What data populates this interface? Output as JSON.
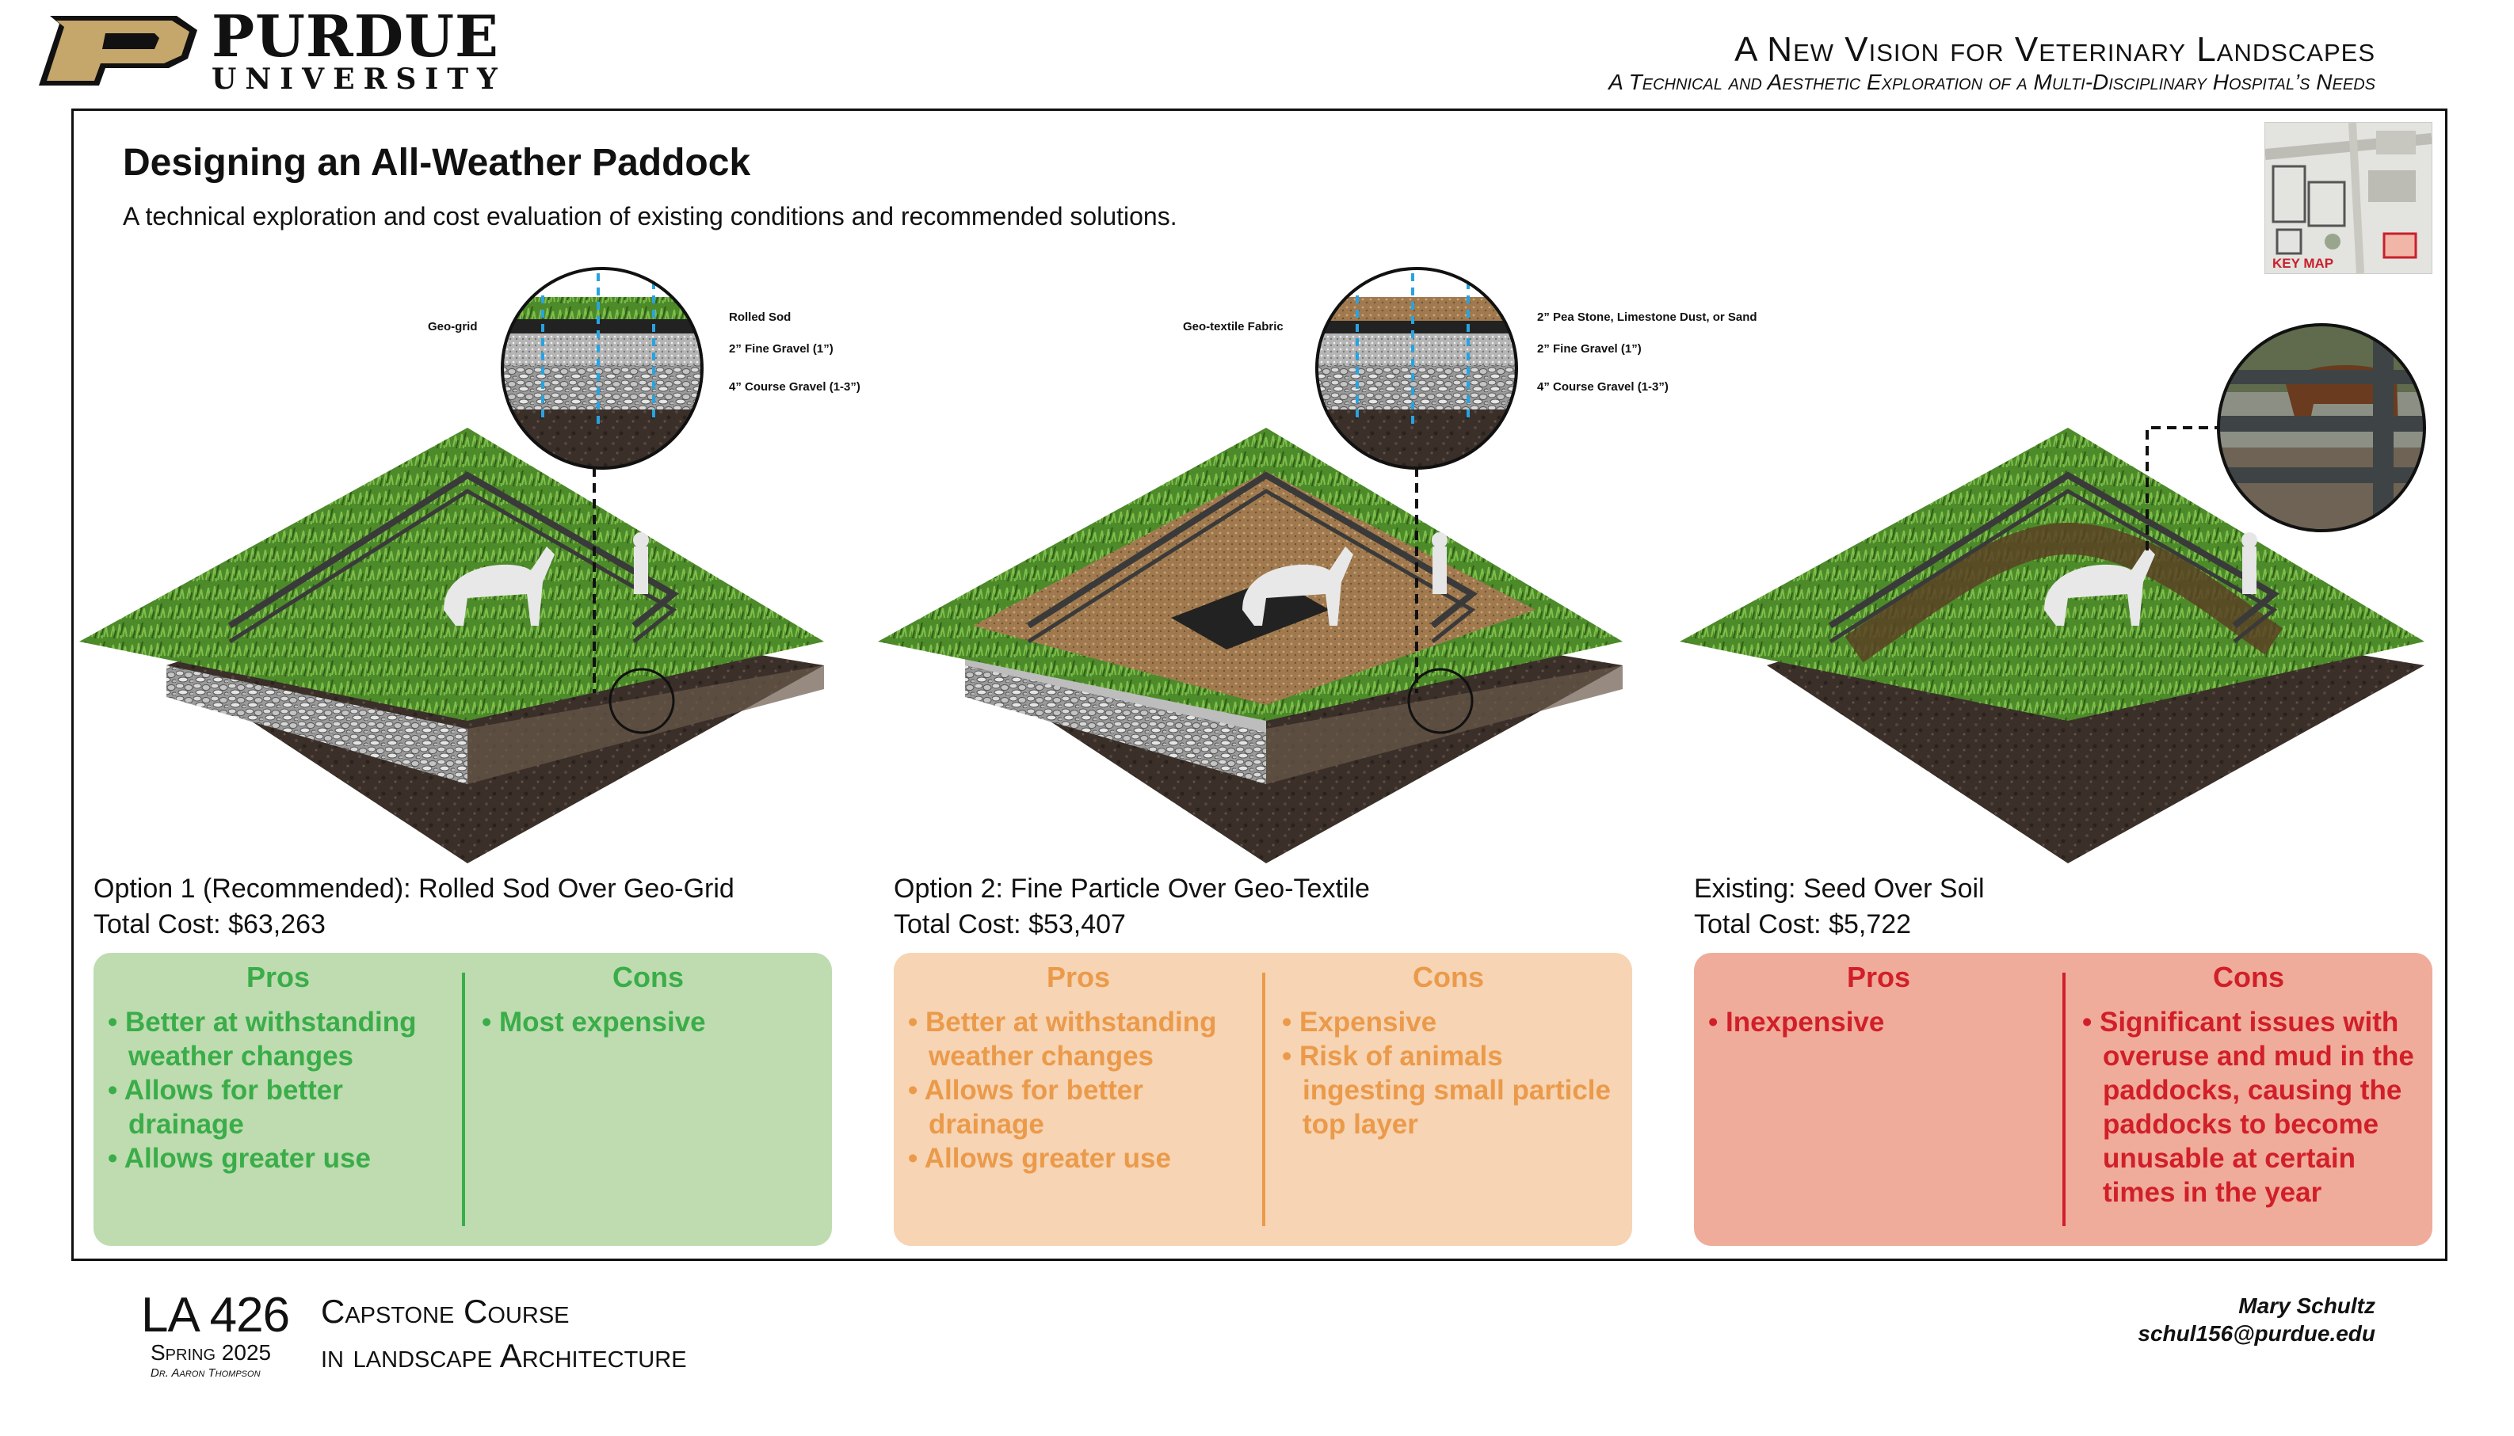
{
  "header": {
    "logo_word1": "PURDUE",
    "logo_word2": "UNIVERSITY",
    "title": "A New Vision for Veterinary Landscapes",
    "subtitle": "A Technical and Aesthetic Exploration of a Multi-Disciplinary Hospital’s Needs"
  },
  "main": {
    "title": "Designing an All-Weather Paddock",
    "description": "A technical exploration and cost evaluation of existing conditions and recommended solutions.",
    "key_map_label": "KEY MAP"
  },
  "options": [
    {
      "title": "Option 1 (Recommended): Rolled Sod Over Geo-Grid",
      "cost": "Total Cost: $63,263",
      "side_label": "Geo-grid",
      "layers": [
        "Rolled Sod",
        "2” Fine Gravel (1”)",
        "4” Course Gravel (1-3”)"
      ],
      "pros_label": "Pros",
      "cons_label": "Cons",
      "pros": [
        "Better at withstanding weather changes",
        "Allows for better drainage",
        "Allows greater use"
      ],
      "cons": [
        "Most expensive"
      ]
    },
    {
      "title": "Option 2: Fine Particle Over Geo-Textile",
      "cost": "Total Cost: $53,407",
      "side_label": "Geo-textile Fabric",
      "layers": [
        "2” Pea Stone, Limestone Dust, or Sand",
        "2” Fine Gravel (1”)",
        "4” Course Gravel (1-3”)"
      ],
      "pros_label": "Pros",
      "cons_label": "Cons",
      "pros": [
        "Better at withstanding weather changes",
        "Allows for better drainage",
        "Allows greater use"
      ],
      "cons": [
        "Expensive",
        "Risk of animals ingesting small particle top layer"
      ]
    },
    {
      "title": "Existing: Seed Over Soil",
      "cost": "Total Cost: $5,722",
      "pros_label": "Pros",
      "cons_label": "Cons",
      "pros": [
        "Inexpensive"
      ],
      "cons": [
        "Significant issues with overuse and mud in the paddocks, causing the paddocks to become unusable at certain times in the year"
      ]
    }
  ],
  "footer": {
    "course_code": "LA 426",
    "term": "Spring 2025",
    "instructor": "Dr. Aaron Thompson",
    "course_name_line1": "Capstone Course",
    "course_name_line2": "in landscape Architecture",
    "author": "Mary Schultz",
    "email": "schul156@purdue.edu"
  },
  "colors": {
    "option1_box": "#bedcb0",
    "option1_text": "#3aad49",
    "option2_box": "#f6d4b4",
    "option2_text": "#eb9a4a",
    "existing_box": "#f0ac9a",
    "existing_text": "#d11f2a",
    "grass": "#4f8a2c",
    "soil": "#3b2f28"
  }
}
